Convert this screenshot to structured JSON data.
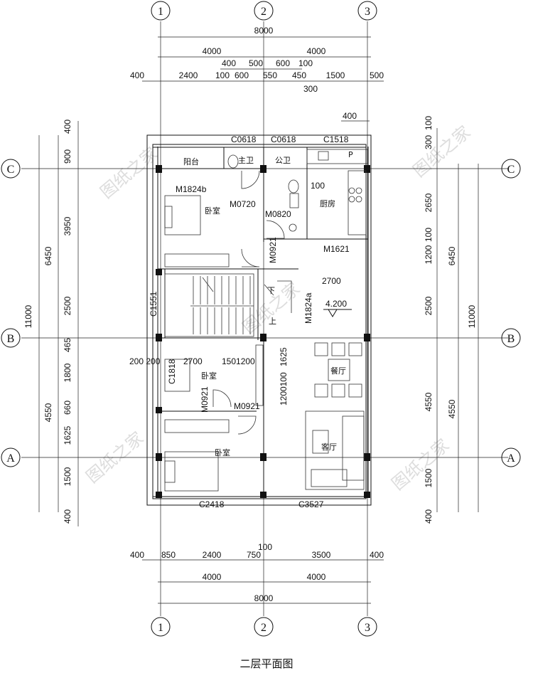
{
  "title": "二层平面图",
  "watermark": "图纸之家",
  "elevation_mark": "4.200",
  "axes": {
    "vertical": [
      "1",
      "2",
      "3"
    ],
    "horizontal": [
      "A",
      "B",
      "C"
    ]
  },
  "top_dims": {
    "total": "8000",
    "halves": [
      "4000",
      "4000"
    ],
    "row3": [
      "400",
      "500",
      "600",
      "100"
    ],
    "row4": [
      "400",
      "2400",
      "100",
      "600",
      "550",
      "450",
      "1500",
      "500"
    ],
    "row4_sub": "300",
    "side": "400"
  },
  "bottom_dims": {
    "row1": [
      "400",
      "850",
      "2400",
      "750",
      "3500",
      "400"
    ],
    "mid": "100",
    "halves": [
      "4000",
      "4000"
    ],
    "total": "8000"
  },
  "left_dims": {
    "outer": "11000",
    "mid": [
      "6450",
      "4550"
    ],
    "inner": [
      "400",
      "900",
      "3950",
      "2500",
      "465",
      "1800",
      "660",
      "1625",
      "1500",
      "400"
    ]
  },
  "right_dims": {
    "outer": "11000",
    "mid": [
      "6450",
      "4550"
    ],
    "inner": [
      "100",
      "300",
      "2650",
      "100",
      "1200",
      "2500",
      "4550",
      "1500",
      "400"
    ]
  },
  "rooms": {
    "balcony": "阳台",
    "master_bath": "主卫",
    "public_bath": "公卫",
    "kitchen": "厨房",
    "bedroom": "卧室",
    "dining": "餐厅",
    "living": "客厅"
  },
  "codes": {
    "c0618a": "C0618",
    "c0618b": "C0618",
    "c1518": "C1518",
    "m1824b": "M1824b",
    "m0720": "M0720",
    "m0820": "M0820",
    "d100": "100",
    "m0921a": "M0921",
    "m1621": "M1621",
    "d2700a": "2700",
    "c1551": "C1551",
    "m1824a": "M1824a",
    "d200_200": "200 200",
    "d2700b": "2700",
    "d1501200": "1501200",
    "d1625": "1625",
    "c1818": "C1818",
    "m0921b": "M0921",
    "m0921c": "M0921",
    "d1200100": "1200100",
    "c2418": "C2418",
    "c3527": "C3527",
    "down": "下",
    "up": "上",
    "p": "P"
  }
}
